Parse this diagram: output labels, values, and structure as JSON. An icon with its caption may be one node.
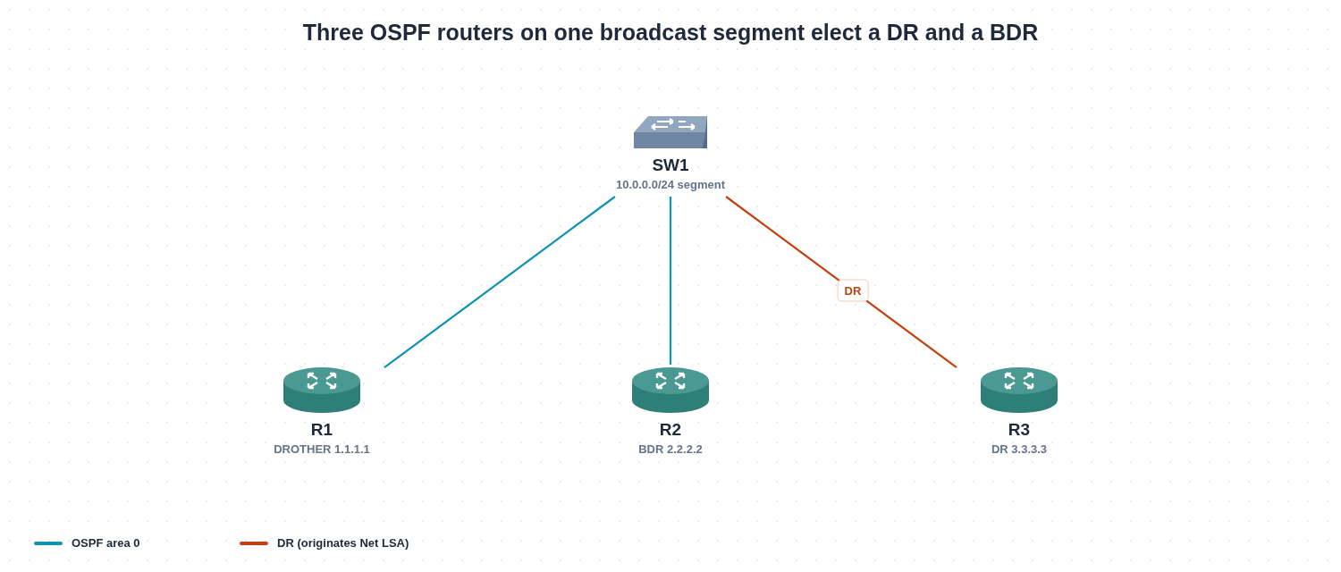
{
  "diagram": {
    "title": "Three OSPF routers on one broadcast segment elect a DR and a BDR",
    "nodes": [
      {
        "text": [
          "SW1",
          "10.0.0.0/24 segment"
        ]
      },
      {
        "text": [
          "R1",
          "DROTHER 1.1.1.1"
        ]
      },
      {
        "text": [
          "R2",
          "BDR 2.2.2.2"
        ]
      },
      {
        "text": [
          "R3",
          "DR 3.3.3.3"
        ]
      }
    ],
    "edges": [
      {
        "from": 0,
        "to": 1,
        "arrow": "none"
      },
      {
        "from": 0,
        "to": 2,
        "arrow": "none"
      },
      {
        "from": 0,
        "to": 3,
        "arrow": "none",
        "label": "DR",
        "color": "#c2410c"
      }
    ],
    "legend": [
      {
        "text": "OSPF area 0",
        "color": "#0e93b3"
      },
      {
        "text": "DR (originates Net LSA)",
        "color": "#c2410c"
      }
    ]
  }
}
